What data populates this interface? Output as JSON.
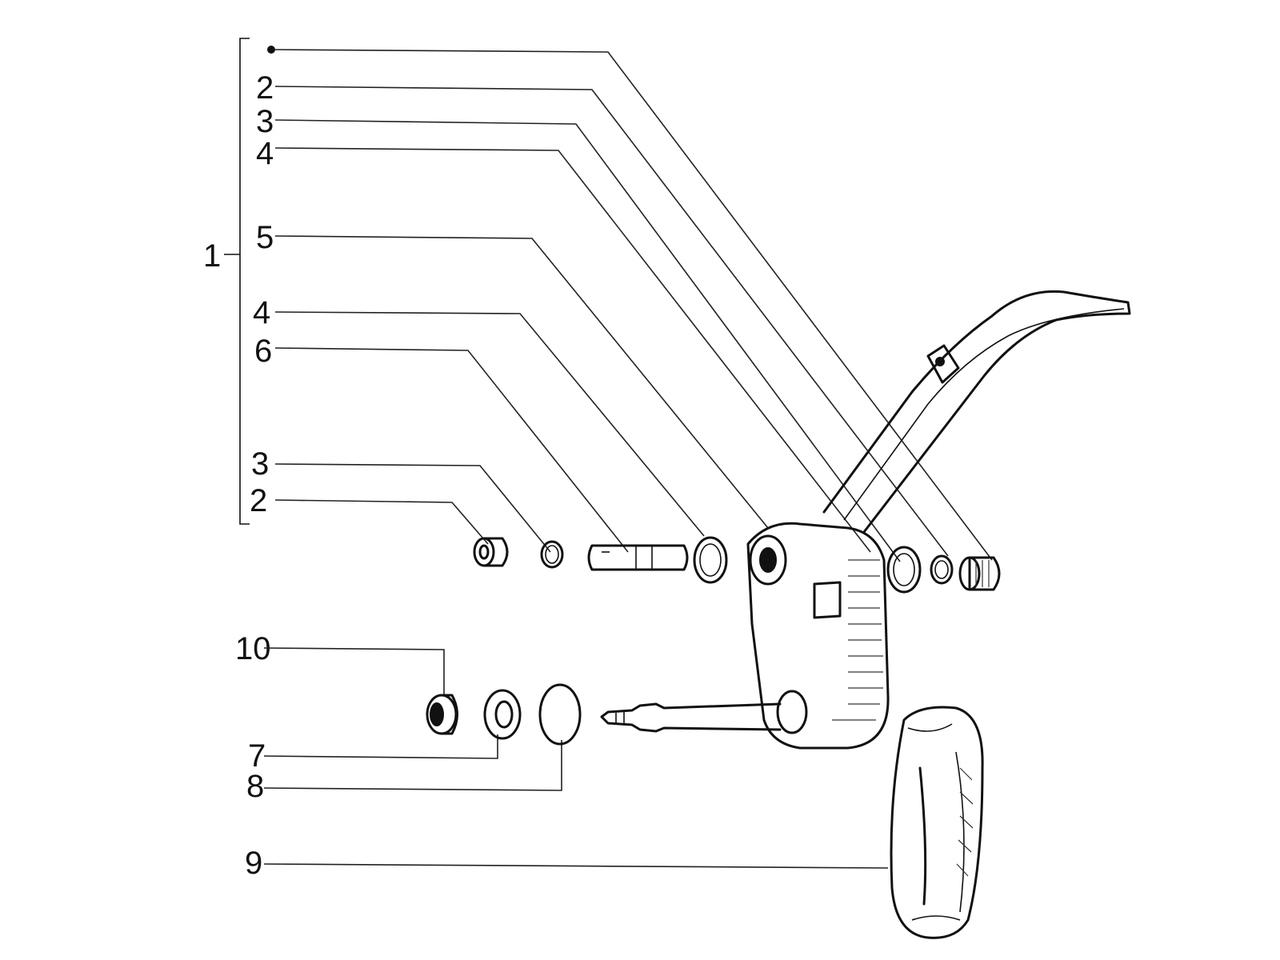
{
  "labels": {
    "group": "1",
    "l2a": "2",
    "l3a": "3",
    "l4a": "4",
    "l5": "5",
    "l4b": "4",
    "l6": "6",
    "l3b": "3",
    "l2b": "2",
    "l10": "10",
    "l7": "7",
    "l8": "8",
    "l9": "9"
  }
}
